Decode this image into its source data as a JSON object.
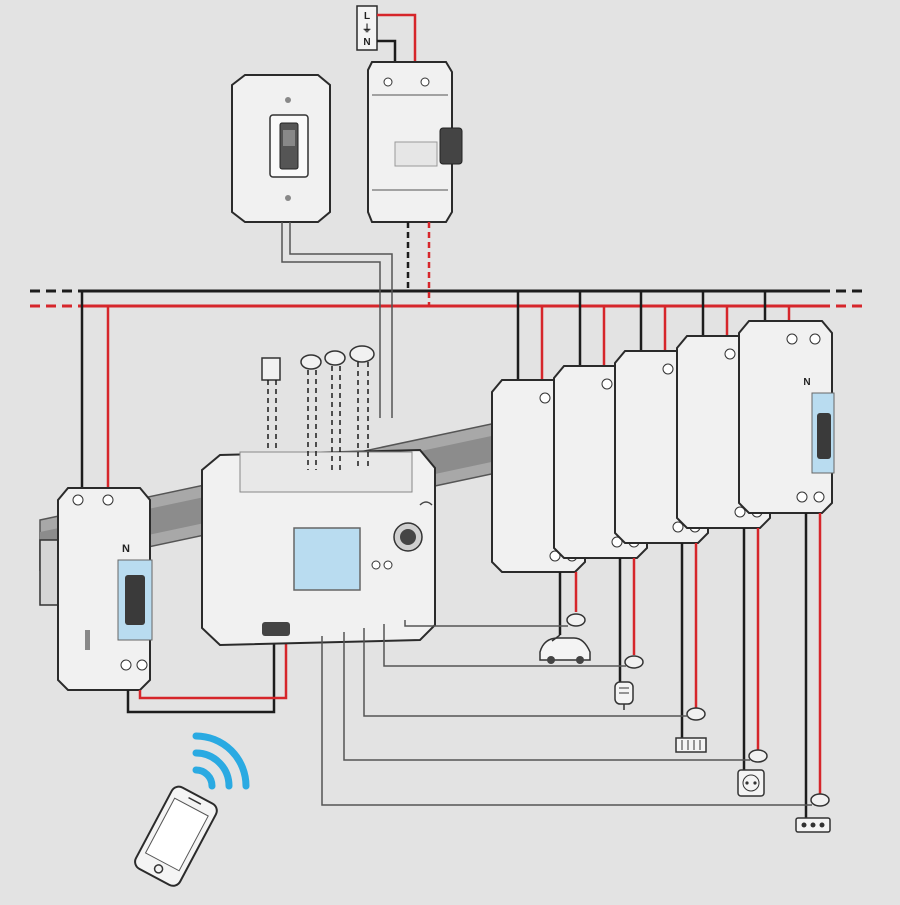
{
  "terminal_labels": {
    "line": "L",
    "earth": "⏚",
    "neutral": "N"
  },
  "neutral_mark": "N",
  "colors": {
    "background": "#e3e3e3",
    "phase_wire": "#d6262b",
    "neutral_wire": "#1c1c1c",
    "signal_wire": "#555555",
    "device_body": "#f1f1f1",
    "device_outline": "#2b2b2b",
    "meter_screen": "#b9dcf0",
    "wifi_signal": "#2aaae2",
    "rail": "#9a9a9a"
  },
  "loads": [
    "electric-car-icon",
    "water-heater-icon",
    "radiator-icon",
    "socket-outlet-icon",
    "power-strip-icon"
  ],
  "icons": [
    "wifi-icon",
    "smartphone-icon"
  ]
}
